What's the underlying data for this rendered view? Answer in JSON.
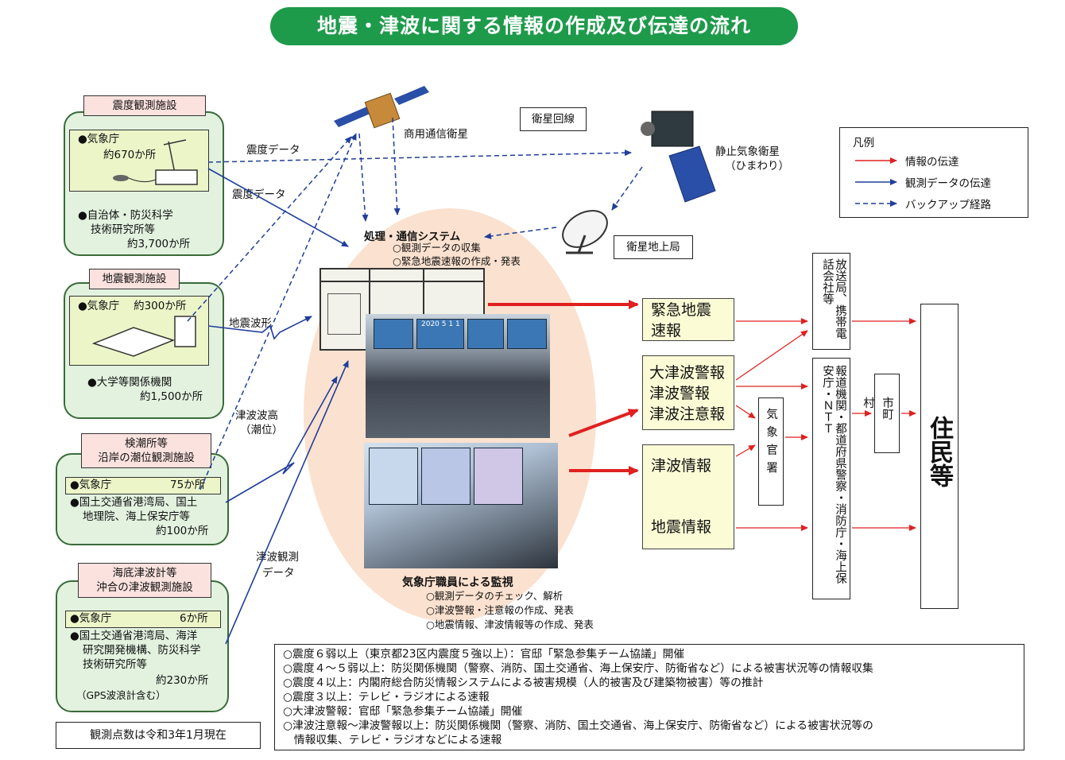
{
  "title": "地震・津波に関する情報の作成及び伝達の流れ",
  "facilities": {
    "shindo": {
      "label": "震度観測施設",
      "jma": "●気象庁",
      "jma_count": "約670か所",
      "others": "●自治体・防災科学",
      "others2": "技術研究所等",
      "others_count": "約3,700か所"
    },
    "jishin": {
      "label": "地震観測施設",
      "jma": "●気象庁　 約300か所",
      "univ": "●大学等関係機関",
      "univ_count": "約1,500か所"
    },
    "tide": {
      "label1": "検潮所等",
      "label2": "沿岸の潮位観測施設",
      "jma": "●気象庁",
      "jma_count": "75か所",
      "others1": "●国土交通省港湾局、国土",
      "others2": "地理院、海上保安庁等",
      "others_count": "約100か所"
    },
    "seafloor": {
      "label1": "海底津波計等",
      "label2": "沖合の津波観測施設",
      "jma": "●気象庁",
      "jma_count": "6か所",
      "others1": "●国土交通省港湾局、海洋",
      "others2": "研究開発機構、防災科学",
      "others3": "技術研究所等",
      "others_count": "約230か所",
      "gps": "（GPS波浪計含む）"
    }
  },
  "flow_labels": {
    "shindo_data_top": "震度データ",
    "shindo_data": "震度データ",
    "waveform": "地震波形",
    "tsunami_height1": "津波波高",
    "tsunami_height2": "（潮位）",
    "tsunami_obs1": "津波観測",
    "tsunami_obs2": "データ"
  },
  "satellites": {
    "commercial": "商用通信衛星",
    "line": "衛星回線",
    "himawari1": "静止気象衛星",
    "himawari2": "（ひまわり）",
    "ground": "衛星地上局"
  },
  "system": {
    "title": "処理・通信システム",
    "item1": "○観測データの収集",
    "item2": "○緊急地震速報の作成・発表"
  },
  "monitoring": {
    "title": "気象庁職員による監視",
    "item1": "○観測データのチェック、解析",
    "item2": "○津波警報・注意報の作成、発表",
    "item3": "○地震情報、津波情報等の作成、発表"
  },
  "outputs": {
    "eew1": "緊急地震",
    "eew2": "速報",
    "warn1": "大津波警報",
    "warn2": "津波警報",
    "warn3": "津波注意報",
    "tinfo": "津波情報",
    "einfo": "地震情報"
  },
  "relay": {
    "broadcast": "放送局、携帯電話会社等",
    "kishokan": "気象官署",
    "agencies": "報道機関・都道府県警察・消防庁・海上保安庁・ＮＴＴ",
    "municipal": "市町村",
    "residents": "住民等"
  },
  "legend": {
    "title": "凡例",
    "red": "情報の伝達",
    "blue": "観測データの伝達",
    "dashed": "バックアップ経路"
  },
  "notes": [
    "○震度６弱以上（東京都23区内震度５強以上）：官邸「緊急参集チーム協議」開催",
    "○震度４～５弱以上：防災関係機関（警察、消防、国土交通省、海上保安庁、防衛省など）による被害状況等の情報収集",
    "○震度４以上：内閣府総合防災情報システムによる被害規模（人的被害及び建築物被害）等の推計",
    "○震度３以上：テレビ・ラジオによる速報",
    "○大津波警報：官邸「緊急参集チーム協議」開催",
    "○津波注意報～津波警報以上：防災関係機関（警察、消防、国土交通省、海上保安庁、防衛省など）による被害状況等の",
    "　情報収集、テレビ・ラジオなどによる速報"
  ],
  "footnote": "観測点数は令和3年1月現在",
  "photo_caption": "2020 5 1 1",
  "colors": {
    "title_bg": "#1e9a4b",
    "info_arrow": "#e02020",
    "data_arrow": "#1f3f9a",
    "group_bg": "#e2f2df",
    "label_bg": "#fbe2df",
    "oval_bg": "#fbe1cf",
    "output_bg": "#fbfbd6"
  }
}
